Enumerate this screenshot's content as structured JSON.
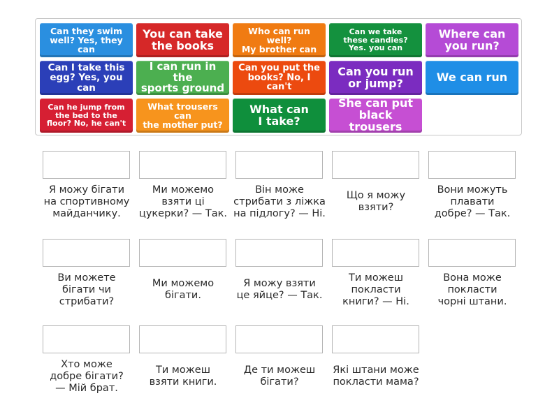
{
  "tiles": [
    {
      "text": "Can they swim\nwell? Yes, they can",
      "color": "#2a8fe0",
      "font": 12.5
    },
    {
      "text": "You can take\nthe books",
      "color": "#d62828",
      "font": 16
    },
    {
      "text": "Who can run well?\nMy brother can",
      "color": "#f07b12",
      "font": 12.5
    },
    {
      "text": "Can we take\nthese candies?\nYes. you can",
      "color": "#14913e",
      "font": 11
    },
    {
      "text": "Where can\nyou run?",
      "color": "#b54bd6",
      "font": 16
    },
    {
      "text": "Can I take this\negg? Yes, you can",
      "color": "#2b3fb8",
      "font": 13.5
    },
    {
      "text": "I can run in the\nsports ground",
      "color": "#4caf50",
      "font": 15
    },
    {
      "text": "Can you put the\nbooks? No, I can't",
      "color": "#ec4a0f",
      "font": 13
    },
    {
      "text": "Can you run\nor jump?",
      "color": "#7b2cc0",
      "font": 16
    },
    {
      "text": "We can run",
      "color": "#1f8ee6",
      "font": 16
    },
    {
      "text": "Can he jump from\nthe bed to the\nfloor? No, he can't",
      "color": "#d61f33",
      "font": 11
    },
    {
      "text": "What trousers can\nthe mother put?",
      "color": "#f7941d",
      "font": 12.5
    },
    {
      "text": "What can\nI take?",
      "color": "#0f8f3c",
      "font": 16
    },
    {
      "text": "She can put\nblack trousers",
      "color": "#c64fd3",
      "font": 16
    }
  ],
  "clues": [
    "Я можу бігати\nна спортивному\nмайданчику.",
    "Ми можемо\nвзяти ці\nцукерки? — Так.",
    "Він може\nстрибати з ліжка\nна підлогу? — Ні.",
    "Що я можу\nвзяти?",
    "Вони можуть\nплавати\nдобре? — Так.",
    "Ви можете\nбігати чи\nстрибати?",
    "Ми можемо\nбігати.",
    "Я можу взяти\nце яйце? — Так.",
    "Ти можеш\nпокласти\nкниги? — Ні.",
    "Вона може\nпокласти\nчорні штани.",
    "Хто може\nдобре бігати?\n— Мій брат.",
    "Ти можеш\nвзяти книги.",
    "Де ти можеш\nбігати?",
    "Які штани може\nпокласти мама?"
  ]
}
